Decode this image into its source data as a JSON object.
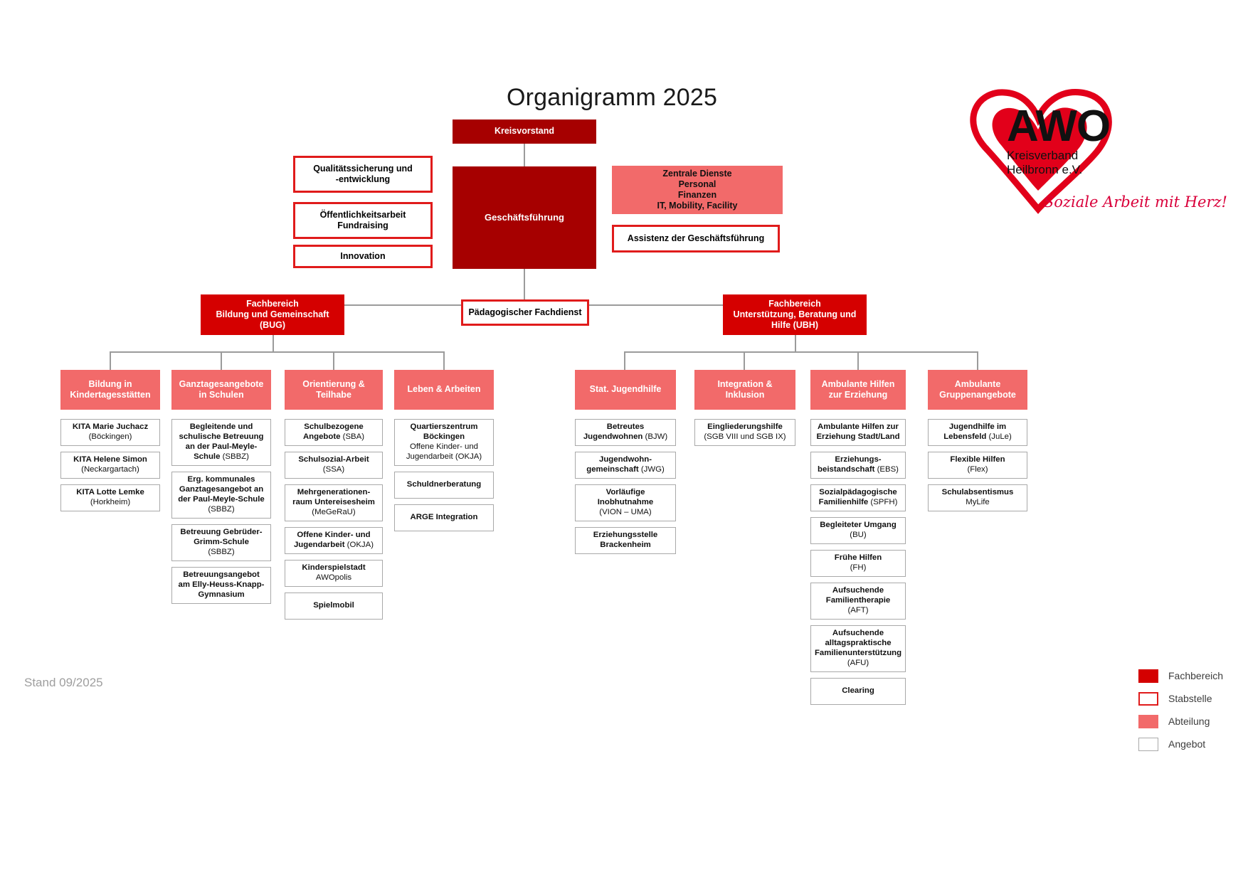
{
  "title": "Organigramm 2025",
  "footer": {
    "stand": "Stand 09/2025"
  },
  "logo": {
    "brand": "AWO",
    "line1": "Kreisverband",
    "line2": "Heilbronn e.V.",
    "tagline": "Soziale Arbeit mit Herz!",
    "heart_icon": "heart-icon",
    "color_red": "#e2001a"
  },
  "top": {
    "board": "Kreisvorstand",
    "management": "Geschäftsführung",
    "central_services": "Zentrale Dienste\nPersonal\nFinanzen\nIT, Mobility, Facility",
    "central_services_lines": [
      "Zentrale Dienste",
      "Personal",
      "Finanzen",
      "IT, Mobility, Facility"
    ],
    "assistance": "Assistenz der Geschäftsführung"
  },
  "staff_units": [
    {
      "label_lines": [
        "Qualitätssicherung  und",
        "-entwicklung"
      ]
    },
    {
      "label_lines": [
        "Öffentlichkeitsarbeit",
        "Fundraising"
      ]
    },
    {
      "label_lines": [
        "Innovation"
      ]
    }
  ],
  "divisions": [
    {
      "id": "bug",
      "label_lines": [
        "Fachbereich",
        "Bildung und Gemeinschaft",
        "(BUG)"
      ],
      "type": "fachbereich"
    },
    {
      "id": "pfd",
      "label_lines": [
        "Pädagogischer Fachdienst"
      ],
      "type": "stabstelle"
    },
    {
      "id": "ubh",
      "label_lines": [
        "Fachbereich",
        "Unterstützung, Beratung und",
        "Hilfe (UBH)"
      ],
      "type": "fachbereich"
    }
  ],
  "departments": [
    {
      "id": "kita",
      "parent": "bug",
      "title_lines": [
        "Bildung in",
        "Kindertagesstätten"
      ],
      "offers": [
        {
          "main": "KITA Marie Juchacz",
          "sub": "(Böckingen)",
          "layout": "two-line"
        },
        {
          "main": "KITA Helene Simon",
          "sub": "(Neckargartach)",
          "layout": "two-line"
        },
        {
          "main": "KITA Lotte Lemke",
          "sub": "(Horkheim)",
          "layout": "two-line"
        }
      ]
    },
    {
      "id": "ganztag",
      "parent": "bug",
      "title_lines": [
        "Ganztagesangebote",
        "in Schulen"
      ],
      "offers": [
        {
          "main": "Begleitende und schulische Betreuung an der Paul-Meyle-Schule",
          "sub": "(SBBZ)",
          "layout": "inline"
        },
        {
          "main": "Erg. kommunales Ganztagesangebot an der Paul-Meyle-Schule",
          "sub": "(SBBZ)",
          "layout": "two-line"
        },
        {
          "main": "Betreuung Gebrüder-Grimm-Schule",
          "sub": "(SBBZ)",
          "layout": "two-line"
        },
        {
          "main": "Betreuungsangebot am Elly-Heuss-Knapp-Gymnasium",
          "sub": "",
          "layout": "two-line"
        }
      ]
    },
    {
      "id": "orientierung",
      "parent": "bug",
      "title_lines": [
        "Orientierung &",
        "Teilhabe"
      ],
      "offers": [
        {
          "main": "Schulbezogene Angebote",
          "sub": "(SBA)",
          "layout": "inline"
        },
        {
          "main": "Schulsozial-Arbeit",
          "sub": "(SSA)",
          "layout": "inline"
        },
        {
          "main": "Mehrgenerationen-raum Untereisesheim",
          "sub": "(MeGeRaU)",
          "layout": "two-line"
        },
        {
          "main": "Offene Kinder- und Jugendarbeit",
          "sub": "(OKJA)",
          "layout": "inline"
        },
        {
          "main": "Kinderspielstadt",
          "sub": "AWOpolis",
          "layout": "two-line"
        },
        {
          "main": "Spielmobil",
          "sub": "",
          "layout": "two-line"
        }
      ]
    },
    {
      "id": "leben",
      "parent": "bug",
      "title_lines": [
        "Leben & Arbeiten"
      ],
      "offers": [
        {
          "main": "Quartierszentrum Böckingen",
          "sub": "Offene Kinder- und Jugendarbeit (OKJA)",
          "layout": "two-line"
        },
        {
          "main": "Schuldnerberatung",
          "sub": "",
          "layout": "two-line"
        },
        {
          "main": "ARGE Integration",
          "sub": "",
          "layout": "two-line"
        }
      ]
    },
    {
      "id": "statjug",
      "parent": "ubh",
      "title_lines": [
        "Stat. Jugendhilfe"
      ],
      "offers": [
        {
          "main": "Betreutes Jugendwohnen",
          "sub": "(BJW)",
          "layout": "inline"
        },
        {
          "main": "Jugendwohn-gemeinschaft",
          "sub": "(JWG)",
          "layout": "inline"
        },
        {
          "main": "Vorläufige Inobhutnahme",
          "sub": "(VION – UMA)",
          "layout": "two-line"
        },
        {
          "main": "Erziehungsstelle Brackenheim",
          "sub": "",
          "layout": "two-line"
        }
      ]
    },
    {
      "id": "integration",
      "parent": "ubh",
      "title_lines": [
        "Integration &",
        "Inklusion"
      ],
      "offers": [
        {
          "main": "Eingliederungshilfe",
          "sub": "(SGB VIII und SGB IX)",
          "layout": "two-line"
        }
      ]
    },
    {
      "id": "ambhilfen",
      "parent": "ubh",
      "title_lines": [
        "Ambulante Hilfen",
        "zur Erziehung"
      ],
      "offers": [
        {
          "main": "Ambulante Hilfen zur Erziehung Stadt/Land",
          "sub": "",
          "layout": "two-line"
        },
        {
          "main": "Erziehungs-beistandschaft",
          "sub": "(EBS)",
          "layout": "inline"
        },
        {
          "main": "Sozialpädagogische Familienhilfe",
          "sub": "(SPFH)",
          "layout": "inline"
        },
        {
          "main": "Begleiteter Umgang",
          "sub": "(BU)",
          "layout": "two-line"
        },
        {
          "main": "Frühe Hilfen",
          "sub": "(FH)",
          "layout": "two-line"
        },
        {
          "main": "Aufsuchende Familientherapie",
          "sub": "(AFT)",
          "layout": "inline"
        },
        {
          "main": "Aufsuchende alltagspraktische Familienunterstützung",
          "sub": "(AFU)",
          "layout": "two-line"
        },
        {
          "main": "Clearing",
          "sub": "",
          "layout": "two-line"
        }
      ]
    },
    {
      "id": "ambgruppen",
      "parent": "ubh",
      "title_lines": [
        "Ambulante",
        "Gruppenangebote"
      ],
      "offers": [
        {
          "main": "Jugendhilfe im Lebensfeld",
          "sub": "(JuLe)",
          "layout": "inline"
        },
        {
          "main": "Flexible Hilfen",
          "sub": "(Flex)",
          "layout": "two-line"
        },
        {
          "main": "Schulabsentismus",
          "sub": "MyLife",
          "layout": "two-line"
        }
      ]
    }
  ],
  "legend": [
    {
      "label": "Fachbereich",
      "swatch": "sw-fachbereich",
      "color": "#d40000"
    },
    {
      "label": "Stabstelle",
      "swatch": "sw-stabstelle",
      "color": "#ffffff"
    },
    {
      "label": "Abteilung",
      "swatch": "sw-abteilung",
      "color": "#f26a6a"
    },
    {
      "label": "Angebot",
      "swatch": "sw-angebot",
      "color": "#ffffff"
    }
  ]
}
